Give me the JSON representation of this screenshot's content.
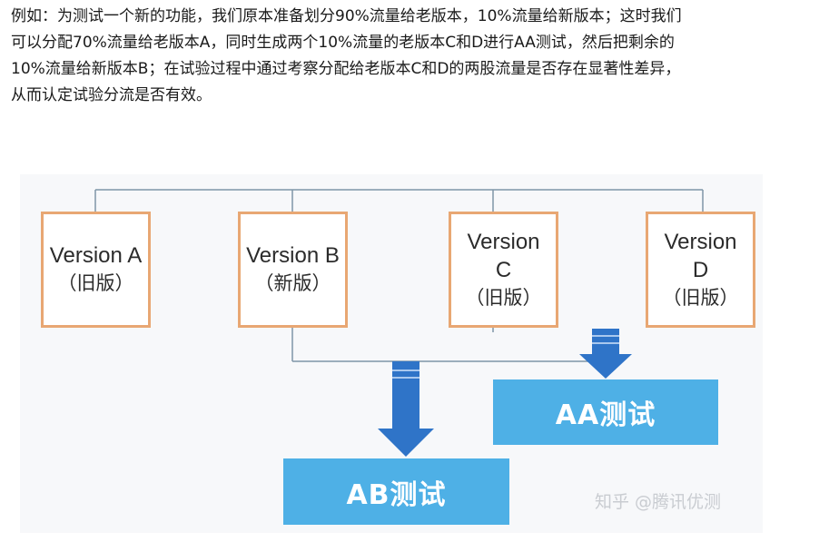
{
  "paragraph": {
    "lines": [
      "例如：为测试一个新的功能，我们原本准备划分90%流量给老版本，10%流量给新版本；这时我们",
      "可以分配70%流量给老版本A，同时生成两个10%流量的老版本C和D进行AA测试，然后把剩余的",
      "10%流量给新版本B；在试验过程中通过考察分配给老版本C和D的两股流量是否存在显著性差异，",
      "从而认定试验分流是否有效。"
    ]
  },
  "diagram": {
    "versions": [
      {
        "title": "Version A",
        "title_line2": "",
        "sub": "（旧版）"
      },
      {
        "title": "Version B",
        "title_line2": "",
        "sub": "（新版）"
      },
      {
        "title": "Version",
        "title_line2": "C",
        "sub": "（旧版）"
      },
      {
        "title": "Version",
        "title_line2": "D",
        "sub": "（旧版）"
      }
    ],
    "ab_test_label": "AB测试",
    "aa_test_label": "AA测试"
  },
  "watermark": "知乎 @腾讯优测",
  "colors": {
    "box_border": "#e8a773",
    "result_fill": "#4eb0e6",
    "arrow_fill": "#2f74c8",
    "connector": "#7f96a8"
  },
  "icons": {
    "arrow": "down-arrow-icon"
  }
}
